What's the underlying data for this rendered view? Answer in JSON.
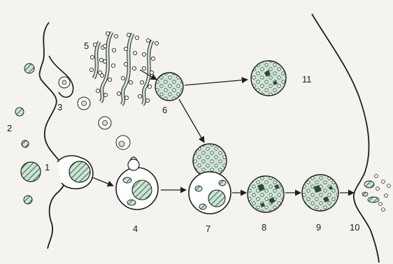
{
  "labels": {
    "l1": "1",
    "l2": "2",
    "l3": "3",
    "l4": "4",
    "l5": "5",
    "l6": "6",
    "l7": "7",
    "l8": "8",
    "l9": "9",
    "l10": "10",
    "l11": "11"
  },
  "colors": {
    "vesicle_fill": "#cfe3d4",
    "hatch": "#3f7a57",
    "outline": "#1e1e1e",
    "background": "#f4f3ef"
  }
}
